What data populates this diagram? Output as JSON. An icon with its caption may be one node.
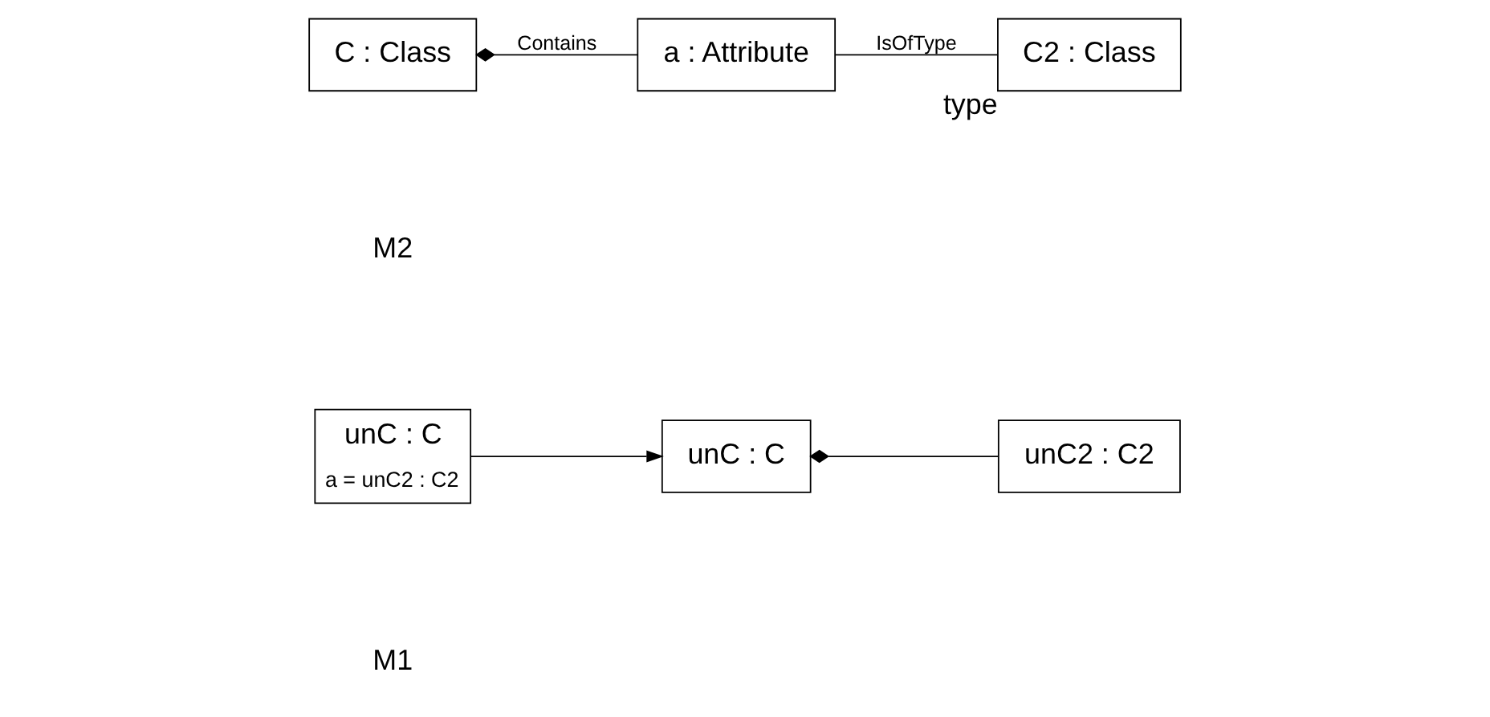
{
  "diagram": {
    "nodes": [
      {
        "text": [
          "C : Class"
        ]
      },
      {
        "text": [
          "a : Attribute"
        ]
      },
      {
        "text": [
          "C2 : Class"
        ],
        "beside": [
          "type"
        ]
      },
      {
        "text": [
          "unC : C",
          "a = unC2 : C2"
        ]
      },
      {
        "text": [
          "unC : C"
        ]
      },
      {
        "text": [
          "unC2 : C2"
        ]
      }
    ],
    "edges": [
      {
        "from": 0,
        "to": 1,
        "arrow": "other",
        "label": "Contains"
      },
      {
        "from": 1,
        "to": 2,
        "arrow": "none",
        "label": "IsOfType"
      },
      {
        "from": 3,
        "to": 4,
        "arrow": "to"
      },
      {
        "from": 4,
        "to": 5,
        "arrow": "other"
      }
    ],
    "labels": [
      "M2",
      "M1"
    ]
  }
}
